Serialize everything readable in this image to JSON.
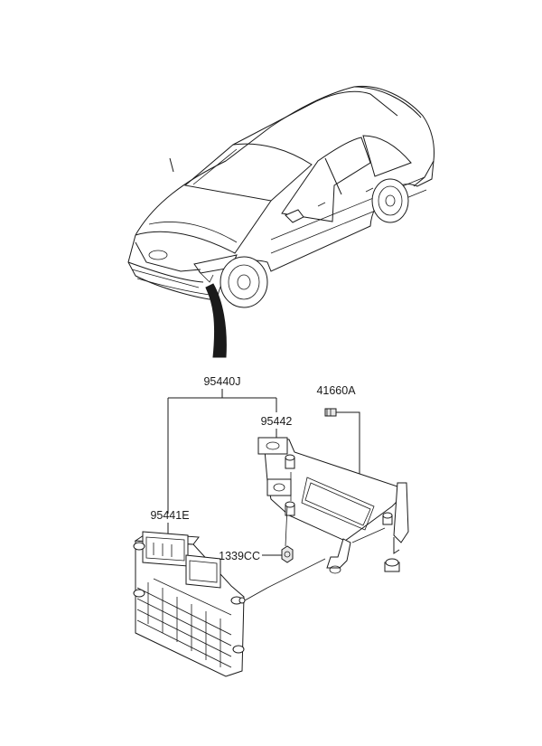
{
  "labels": {
    "assembly": "95440J",
    "ecu_module": "95441E",
    "bracket": "95442",
    "bolt": "41660A",
    "nut": "1339CC"
  }
}
